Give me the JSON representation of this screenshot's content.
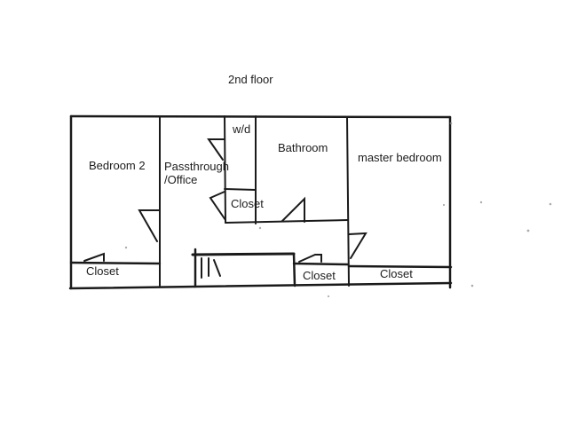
{
  "title": "2nd floor",
  "rooms": {
    "bedroom2": {
      "label": "Bedroom 2"
    },
    "passthrough": {
      "label_line1": "Passthrough",
      "label_line2": "/Office"
    },
    "wd": {
      "label": "w/d"
    },
    "bathroom": {
      "label": "Bathroom"
    },
    "master": {
      "label": "master bedroom"
    }
  },
  "closets": {
    "under_wd": {
      "label": "Closet"
    },
    "bedroom2": {
      "label": "Closet"
    },
    "middle": {
      "label": "Closet"
    },
    "master": {
      "label": "Closet"
    }
  },
  "colors": {
    "ink": "#1a1a1a",
    "background": "#ffffff"
  }
}
